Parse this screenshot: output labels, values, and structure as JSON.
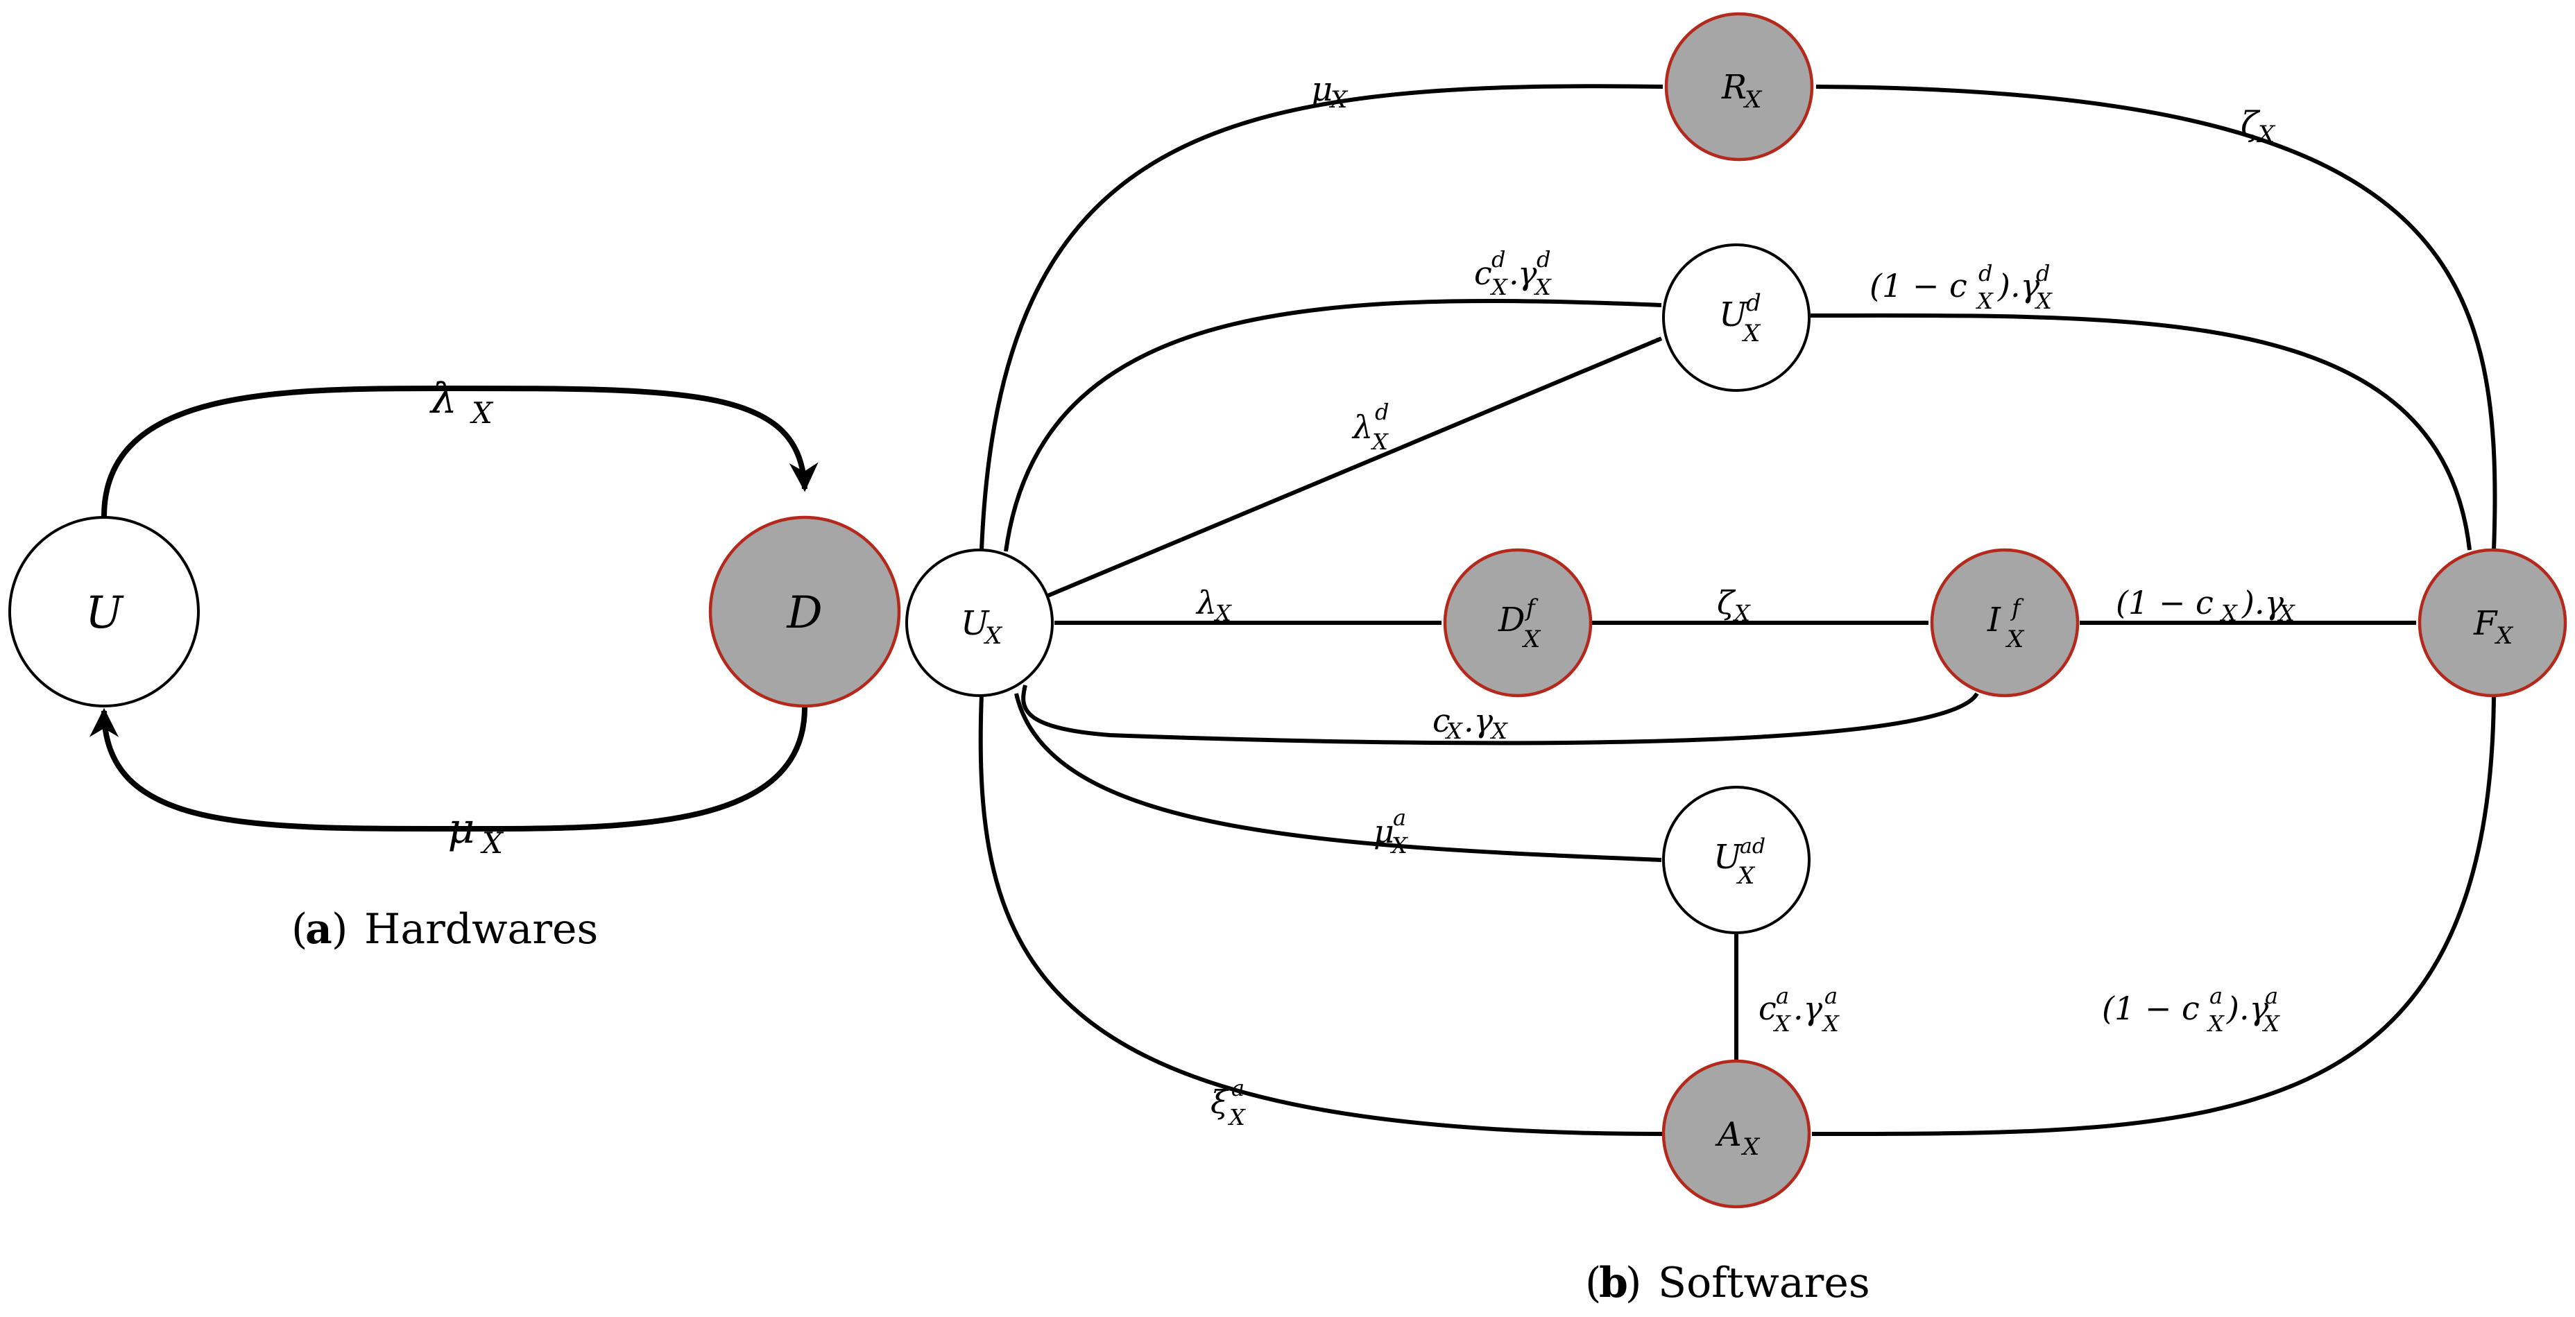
{
  "colors": {
    "gray_node_fill": "#a6a6a6",
    "gray_node_border": "#b5291d",
    "white_node_fill": "#ffffff",
    "edge": "#000000"
  },
  "hardware": {
    "caption_letter": "a",
    "caption_text": "Hardwares",
    "nodes": {
      "U": "U",
      "D": "D"
    },
    "edges": {
      "lambda": "λ",
      "mu": "μ",
      "sub": "X"
    }
  },
  "software": {
    "caption_letter": "b",
    "caption_text": "Softwares",
    "nodes": {
      "R": {
        "base": "R",
        "sub": "X",
        "sup": ""
      },
      "Ud": {
        "base": "U",
        "sub": "X",
        "sup": "d"
      },
      "U": {
        "base": "U",
        "sub": "X",
        "sup": ""
      },
      "Df": {
        "base": "D",
        "sub": "X",
        "sup": "f"
      },
      "If": {
        "base": "I",
        "sub": "X",
        "sup": "f"
      },
      "F": {
        "base": "F",
        "sub": "X",
        "sup": ""
      },
      "Uad": {
        "base": "U",
        "sub": "X",
        "sup": "ad"
      },
      "A": {
        "base": "A",
        "sub": "X",
        "sup": ""
      }
    },
    "edge_labels": {
      "mu_R": "μ",
      "zeta_F": "ζ",
      "cd_gd_1": "c",
      "cd_gd_2": "γ",
      "one_minus_cd_open": "(1 − c",
      "one_minus_cd_close": ").γ",
      "lambda_d": "λ",
      "lambda": "λ",
      "zeta": "ζ",
      "one_minus_c_main": "(1 − c",
      "one_minus_c_main_close": ").γ",
      "c_gamma_1": "c",
      "c_gamma_2": ".γ",
      "mu_a": "μ",
      "ca_ga_1": "c",
      "ca_ga_2": ".γ",
      "one_minus_ca_open": "(1 − c",
      "one_minus_ca_close": ").γ",
      "xi_a": "ξ",
      "sub": "X",
      "sup_d": "d",
      "sup_a": "a",
      "dot": "."
    }
  }
}
